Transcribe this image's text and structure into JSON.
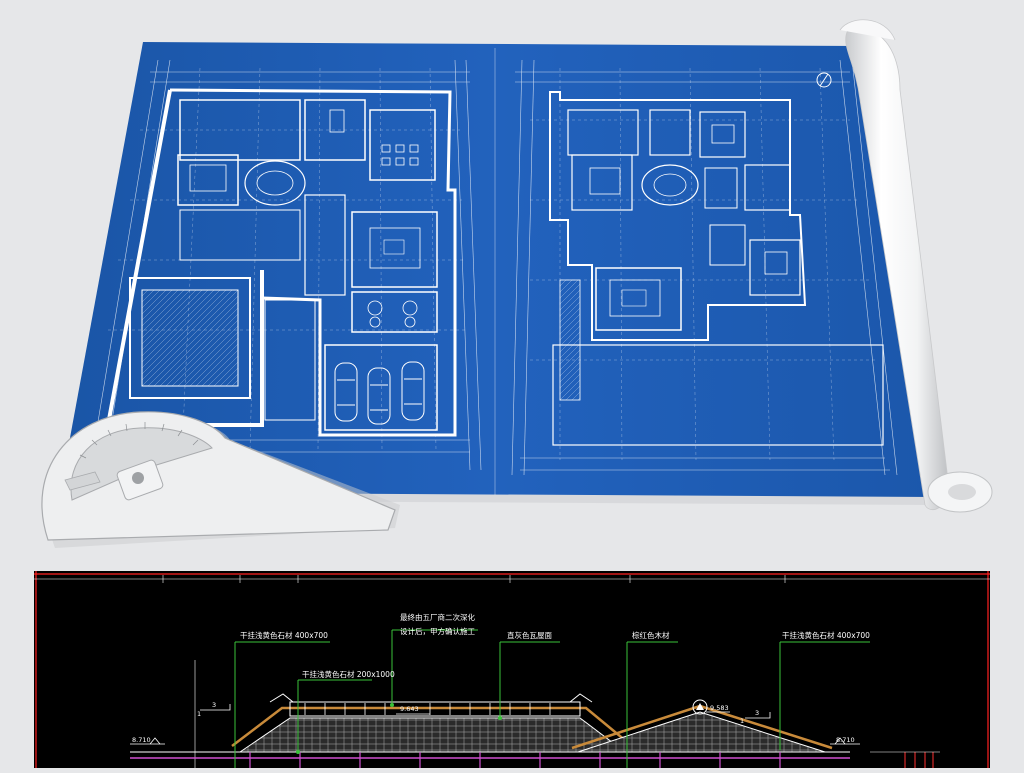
{
  "blueprint": {
    "sheet_color": "#1f5fb6",
    "line_color": "#ffffff",
    "left_plan": {
      "rooms": [
        {
          "kind": "garage-cars",
          "count": 3
        },
        {
          "kind": "pool"
        }
      ]
    },
    "right_plan": {
      "notes": []
    }
  },
  "cad": {
    "background": "#000000",
    "labels": {
      "stone_left": "干挂浅黄色石材 400x700",
      "stone_center": "干挂浅黄色石材 200x1000",
      "note_line1": "最终由五厂商二次深化",
      "note_line2": "设计后，甲方确认施工",
      "roof": "直灰色瓦屋面",
      "wood": "棕红色木材",
      "stone_right": "干挂浅黄色石材 400x700",
      "elev_left": "8.710",
      "elev_center": "9.643",
      "elev_right_top": "9.583",
      "elev_right": "8.710",
      "slope_left": "3",
      "slope_left_base": "1",
      "slope_right": "3",
      "slope_right_base": "1"
    }
  },
  "tools": {
    "protractor": "protractor-icon",
    "scroll": "paper-roll-icon"
  }
}
